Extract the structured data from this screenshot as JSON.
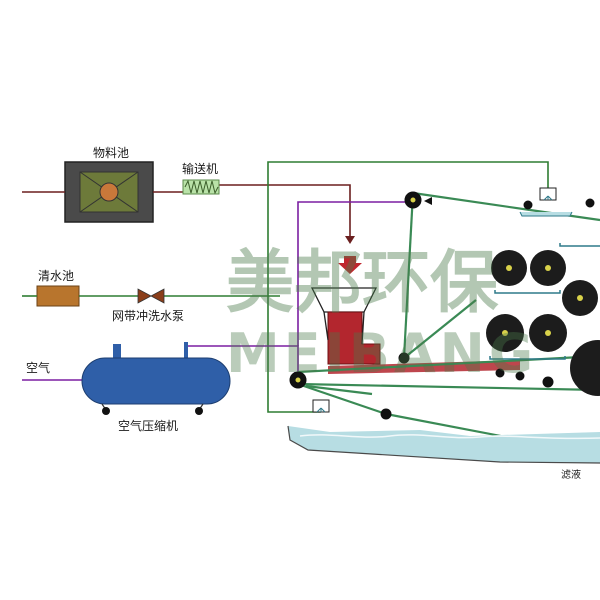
{
  "labels": {
    "material_tank": "物料池",
    "conveyor": "输送机",
    "clear_water_tank": "清水池",
    "wash_pump": "网带冲洗水泵",
    "air": "空气",
    "air_compressor": "空气压缩机",
    "filtrate": "滤液"
  },
  "watermark": {
    "chinese": "美邦环保",
    "english": "MEIBANG"
  },
  "colors": {
    "sludge_line": "#6b1f1f",
    "water_line": "#2e7d32",
    "air_line": "#7b1fa2",
    "belt": "#3a8a55",
    "roller": "#333333",
    "tank_blue": "#2f5fa8",
    "hopper_red": "#b3262e",
    "filtrate_water": "#b7dde3",
    "watermark": "#4a7a4a"
  }
}
